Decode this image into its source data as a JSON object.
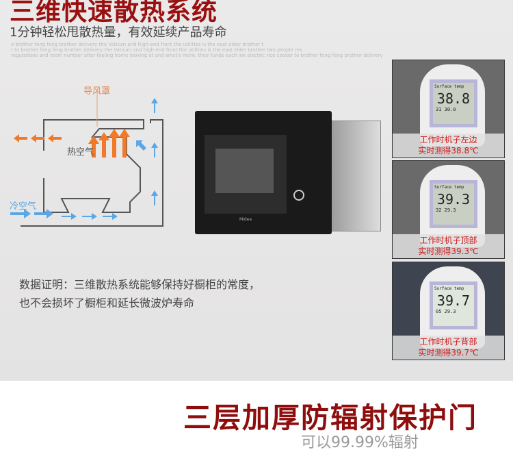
{
  "header": {
    "title": "三维快速散热系统",
    "subtitle": "1分钟轻松甩散热量，有效延续产品寿命",
    "english": [
      "o brother feng feng brother delivery the Vatican and high-end front the utilities is the east elder brother t",
      "r to brother feng feng brother delivery the Vatican and high-end front the utilities is the east elder brother two people res",
      "regulations and room number after feeling home looking at and what's more, their funds each ink electric rice cooker to brother feng feng brother delivery"
    ]
  },
  "diagram": {
    "guide_label": "导风罩",
    "hot_label": "热空气",
    "cold_label": "冷空气"
  },
  "description": {
    "line1": "数据证明：三维散热系统能够保持好橱柜的常度，",
    "line2": "也不会损坏了橱柜和延长微波炉寿命"
  },
  "microwave": {
    "brand": "Midea"
  },
  "measurements": [
    {
      "reading": "38.8",
      "lcd_label": "Surface temp",
      "lcd_low": "31 30.0",
      "caption1": "工作时机子左边",
      "caption2": "实时测得38.8℃"
    },
    {
      "reading": "39.3",
      "lcd_label": "Surface temp",
      "lcd_low": "32 29.3",
      "caption1": "工作时机子顶部",
      "caption2": "实时测得39.3℃"
    },
    {
      "reading": "39.7",
      "lcd_label": "Surface temp",
      "lcd_low": "05 29.3",
      "caption1": "工作时机子背部",
      "caption2": "实时测得39.7℃"
    }
  ],
  "section2": {
    "title": "三层加厚防辐射保护门",
    "subtitle_clipped": "可以99.99%辐射"
  }
}
